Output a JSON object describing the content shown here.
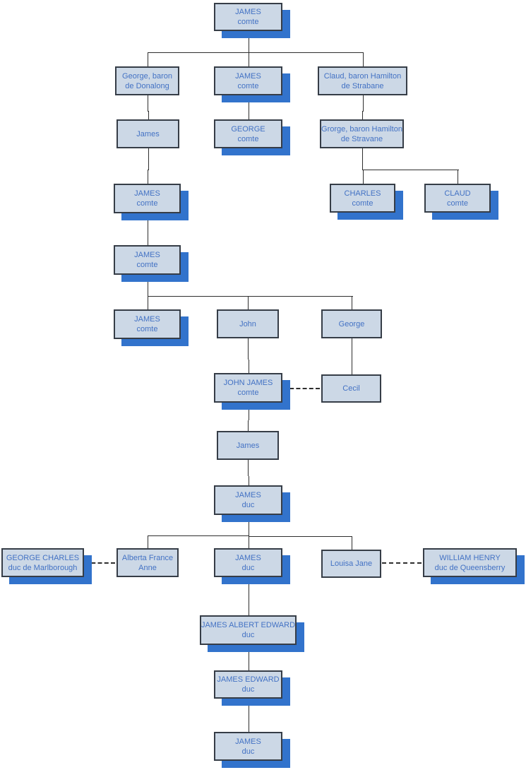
{
  "diagram": {
    "type": "family-tree",
    "colors": {
      "background": "#ffffff",
      "node_fill": "#ccd8e6",
      "node_border": "#363d47",
      "node_shadow": "#3273cc",
      "text": "#4372c4",
      "line": "#2e2e2e"
    },
    "nodes": [
      {
        "id": "james-1",
        "line1": "JAMES",
        "line2": "comte",
        "emphasized": true
      },
      {
        "id": "george-donalong",
        "line1": "George, baron",
        "line2": "de Donalong",
        "emphasized": false
      },
      {
        "id": "james-2",
        "line1": "JAMES",
        "line2": "comte",
        "emphasized": true
      },
      {
        "id": "claud-strabane",
        "line1": "Claud, baron Hamilton",
        "line2": "de Strabane",
        "emphasized": false
      },
      {
        "id": "james-3",
        "line1": "James",
        "line2": "",
        "emphasized": false
      },
      {
        "id": "george-comte",
        "line1": "GEORGE",
        "line2": "comte",
        "emphasized": true
      },
      {
        "id": "grorge-stravane",
        "line1": "Grorge, baron Hamilton",
        "line2": "de Stravane",
        "emphasized": false
      },
      {
        "id": "james-4",
        "line1": "JAMES",
        "line2": "comte",
        "emphasized": true
      },
      {
        "id": "charles-comte",
        "line1": "CHARLES",
        "line2": "comte",
        "emphasized": true
      },
      {
        "id": "claud-comte",
        "line1": "CLAUD",
        "line2": "comte",
        "emphasized": true
      },
      {
        "id": "james-5",
        "line1": "JAMES",
        "line2": "comte",
        "emphasized": true
      },
      {
        "id": "james-6",
        "line1": "JAMES",
        "line2": "comte",
        "emphasized": true
      },
      {
        "id": "john",
        "line1": "John",
        "line2": "",
        "emphasized": false
      },
      {
        "id": "george-2",
        "line1": "George",
        "line2": "",
        "emphasized": false
      },
      {
        "id": "john-james",
        "line1": "JOHN JAMES",
        "line2": "comte",
        "emphasized": true
      },
      {
        "id": "cecil",
        "line1": "Cecil",
        "line2": "",
        "emphasized": false
      },
      {
        "id": "james-7",
        "line1": "James",
        "line2": "",
        "emphasized": false
      },
      {
        "id": "james-duc-1",
        "line1": "JAMES",
        "line2": "duc",
        "emphasized": true
      },
      {
        "id": "george-charles",
        "line1": "GEORGE CHARLES",
        "line2": "duc de Marlborough",
        "emphasized": true
      },
      {
        "id": "alberta",
        "line1": "Alberta France",
        "line2": "Anne",
        "emphasized": false
      },
      {
        "id": "james-duc-2",
        "line1": "JAMES",
        "line2": "duc",
        "emphasized": true
      },
      {
        "id": "louisa",
        "line1": "Louisa Jane",
        "line2": "",
        "emphasized": false
      },
      {
        "id": "william-henry",
        "line1": "WILLIAM HENRY",
        "line2": "duc de Queensberry",
        "emphasized": true
      },
      {
        "id": "james-albert-edward",
        "line1": "JAMES ALBERT EDWARD",
        "line2": "duc",
        "emphasized": true
      },
      {
        "id": "james-edward",
        "line1": "JAMES EDWARD",
        "line2": "duc",
        "emphasized": true
      },
      {
        "id": "james-duc-3",
        "line1": "JAMES",
        "line2": "duc",
        "emphasized": true
      }
    ],
    "edges": [
      {
        "from": "james-1",
        "to": "george-donalong",
        "style": "solid"
      },
      {
        "from": "james-1",
        "to": "james-2",
        "style": "solid"
      },
      {
        "from": "james-1",
        "to": "claud-strabane",
        "style": "solid"
      },
      {
        "from": "george-donalong",
        "to": "james-3",
        "style": "solid"
      },
      {
        "from": "james-2",
        "to": "george-comte",
        "style": "solid"
      },
      {
        "from": "claud-strabane",
        "to": "grorge-stravane",
        "style": "solid"
      },
      {
        "from": "grorge-stravane",
        "to": "charles-comte",
        "style": "solid"
      },
      {
        "from": "grorge-stravane",
        "to": "claud-comte",
        "style": "solid"
      },
      {
        "from": "james-3",
        "to": "james-4",
        "style": "solid"
      },
      {
        "from": "james-4",
        "to": "james-5",
        "style": "solid"
      },
      {
        "from": "james-5",
        "to": "james-6",
        "style": "solid"
      },
      {
        "from": "james-5",
        "to": "john",
        "style": "solid"
      },
      {
        "from": "james-5",
        "to": "george-2",
        "style": "solid"
      },
      {
        "from": "john",
        "to": "john-james",
        "style": "solid"
      },
      {
        "from": "george-2",
        "to": "cecil",
        "style": "solid"
      },
      {
        "from": "john-james",
        "to": "cecil",
        "style": "dashed"
      },
      {
        "from": "john-james",
        "to": "james-7",
        "style": "solid"
      },
      {
        "from": "james-7",
        "to": "james-duc-1",
        "style": "solid"
      },
      {
        "from": "james-duc-1",
        "to": "alberta",
        "style": "solid"
      },
      {
        "from": "james-duc-1",
        "to": "james-duc-2",
        "style": "solid"
      },
      {
        "from": "james-duc-1",
        "to": "louisa",
        "style": "solid"
      },
      {
        "from": "george-charles",
        "to": "alberta",
        "style": "dashed"
      },
      {
        "from": "louisa",
        "to": "william-henry",
        "style": "dashed"
      },
      {
        "from": "james-duc-2",
        "to": "james-albert-edward",
        "style": "solid"
      },
      {
        "from": "james-albert-edward",
        "to": "james-edward",
        "style": "solid"
      },
      {
        "from": "james-edward",
        "to": "james-duc-3",
        "style": "solid"
      }
    ]
  }
}
